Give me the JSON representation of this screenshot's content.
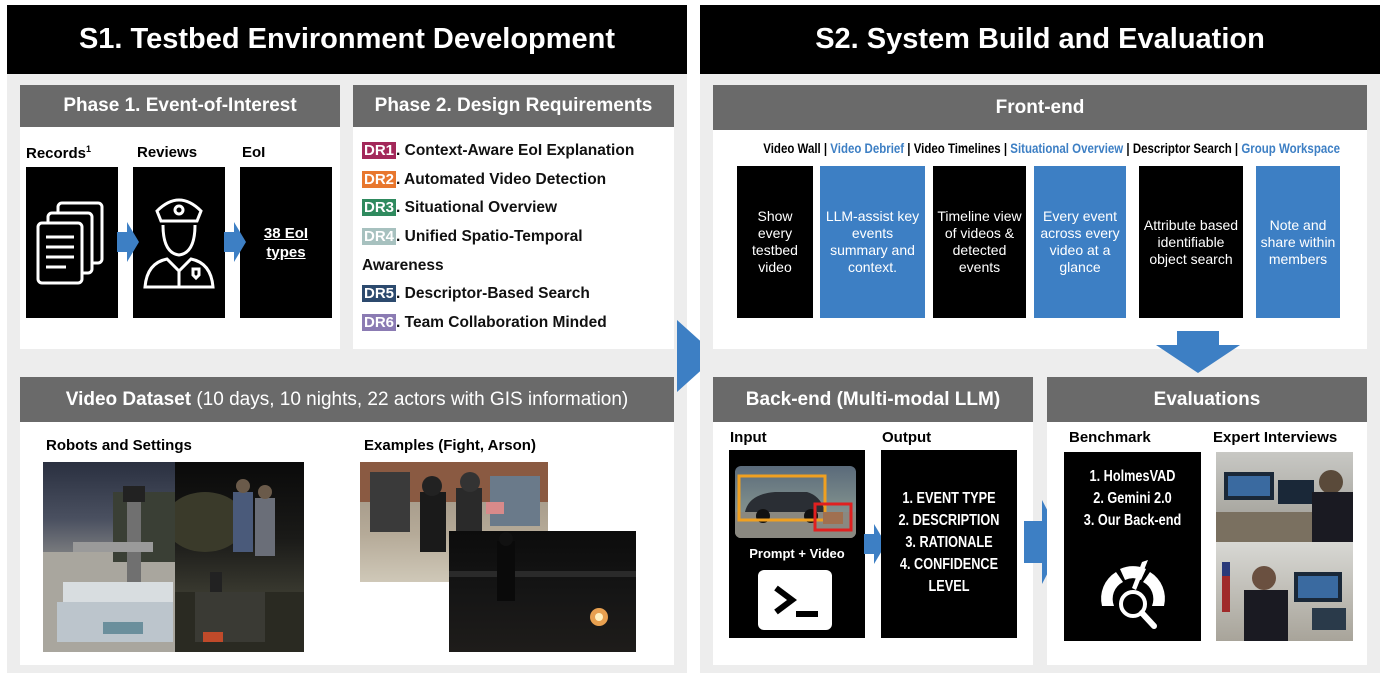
{
  "s1": {
    "title": "S1. Testbed Environment Development",
    "phase1": {
      "title": "Phase 1. Event-of-Interest",
      "records": "Records",
      "records_sup": "1",
      "reviews": "Reviews",
      "eoi": "EoI",
      "eoi_types": "38 EoI types"
    },
    "phase2": {
      "title": "Phase 2. Design Requirements",
      "items": [
        {
          "tag": "DR1",
          "text": ". Context-Aware EoI Explanation",
          "color": "#a3285a"
        },
        {
          "tag": "DR2",
          "text": ". Automated Video Detection",
          "color": "#e8772e"
        },
        {
          "tag": "DR3",
          "text": ". Situational Overview",
          "color": "#2f8a5e"
        },
        {
          "tag": "DR4",
          "text": ". Unified Spatio-Temporal",
          "color": "#a7c1bf"
        },
        {
          "tag": "",
          "text": "Awareness",
          "color": ""
        },
        {
          "tag": "DR5",
          "text": ". Descriptor-Based Search",
          "color": "#2c4a6e"
        },
        {
          "tag": "DR6",
          "text": ". Team Collaboration Minded",
          "color": "#8b7bb3"
        }
      ]
    },
    "dataset": {
      "title_bold": "Video Dataset",
      "title_rest": " (10 days, 10 nights, 22 actors with GIS information)",
      "robots_label": "Robots and Settings",
      "examples_label": "Examples (Fight, Arson)"
    }
  },
  "s2": {
    "title": "S2. System Build and Evaluation",
    "frontend": {
      "title": "Front-end",
      "views": [
        {
          "name": "Video Wall",
          "highlight": false
        },
        {
          "name": "Video Debrief",
          "highlight": true
        },
        {
          "name": "Video Timelines",
          "highlight": false
        },
        {
          "name": "Situational Overview",
          "highlight": true
        },
        {
          "name": "Descriptor Search",
          "highlight": false
        },
        {
          "name": "Group Workspace",
          "highlight": true
        }
      ],
      "boxes": [
        {
          "text": "Show every testbed video",
          "color": "#000000"
        },
        {
          "text": "LLM-assist key events summary and context.",
          "color": "#3d7fc4"
        },
        {
          "text": "Timeline view of videos & detected events",
          "color": "#000000"
        },
        {
          "text": "Every event across every video at a glance",
          "color": "#3d7fc4"
        },
        {
          "text": "Attribute based identifiable object search",
          "color": "#000000"
        },
        {
          "text": "Note and share within members",
          "color": "#3d7fc4"
        }
      ]
    },
    "backend": {
      "title": "Back-end (Multi-modal LLM)",
      "input_label": "Input",
      "output_label": "Output",
      "prompt_label": "Prompt + Video",
      "outputs": [
        "1. EVENT TYPE",
        "2. DESCRIPTION",
        "3. RATIONALE",
        "4. CONFIDENCE",
        "LEVEL"
      ]
    },
    "evaluations": {
      "title": "Evaluations",
      "benchmark_label": "Benchmark",
      "expert_label": "Expert Interviews",
      "benchmarks": [
        "1. HolmesVAD",
        "2. Gemini 2.0",
        "3. Our Back-end"
      ]
    }
  },
  "colors": {
    "arrow": "#3d7fc4",
    "title_bar": "#000000",
    "subtitle_bar": "#6a6a6a",
    "panel": "#ededed"
  }
}
